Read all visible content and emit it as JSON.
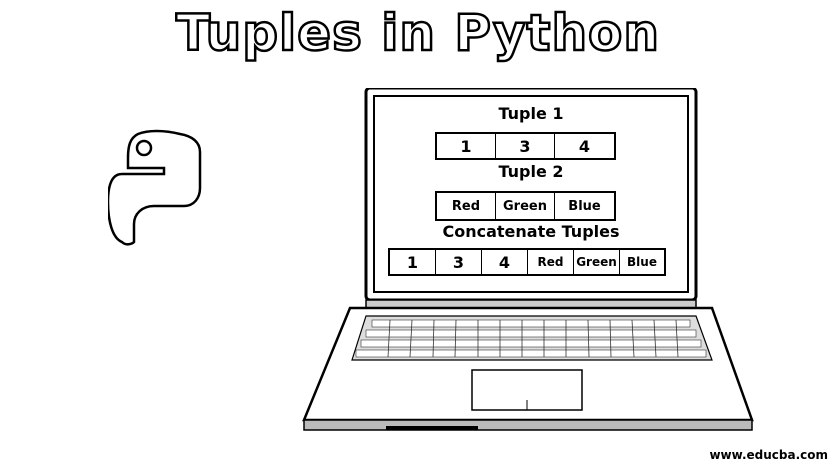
{
  "title": "Tuples in Python",
  "tuple1": {
    "heading": "Tuple 1",
    "items": [
      "1",
      "3",
      "4"
    ]
  },
  "tuple2": {
    "heading": "Tuple 2",
    "items": [
      "Red",
      "Green",
      "Blue"
    ]
  },
  "concat": {
    "heading": "Concatenate Tuples",
    "items": [
      "1",
      "3",
      "4",
      "Red",
      "Green",
      "Blue"
    ]
  },
  "footer": {
    "url": "www.educba.com"
  },
  "icons": {
    "logo": "python-logo-icon",
    "device": "laptop-icon"
  }
}
